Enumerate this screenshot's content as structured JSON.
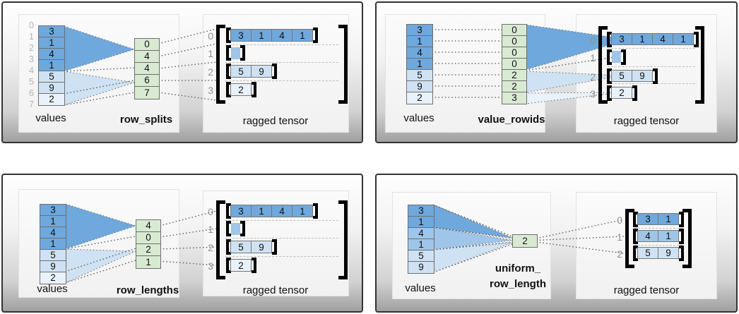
{
  "figure_title": "ragged tensor construction methods",
  "colors": {
    "blue_dark": "#6fa8dc",
    "blue_medium": "#9fc5e8",
    "blue_light": "#cfe2f3",
    "blue_faint": "#e9f2fb",
    "green": "#d9ead3",
    "cell_border": "#6e6e6e",
    "bracket": "#000000",
    "index_gray": "#b5b5b5",
    "row_label_gray": "#909090"
  },
  "panels": [
    {
      "method": "row_splits",
      "values_label": "values",
      "method_label_lines": [
        "row_splits"
      ],
      "tensor_label": "ragged tensor",
      "value_indices": [
        "0",
        "1",
        "2",
        "3",
        "4",
        "5",
        "6",
        "7"
      ],
      "values": [
        {
          "v": "3",
          "shade": "s0"
        },
        {
          "v": "1",
          "shade": "s0"
        },
        {
          "v": "4",
          "shade": "s0"
        },
        {
          "v": "1",
          "shade": "s0"
        },
        {
          "v": "5",
          "shade": "s2"
        },
        {
          "v": "9",
          "shade": "s2"
        },
        {
          "v": "2",
          "shade": "s3"
        }
      ],
      "method_cells": [
        "0",
        "4",
        "4",
        "6",
        "7"
      ],
      "tensor_rows": [
        {
          "index": "0",
          "shade": "s0",
          "cells": [
            "3",
            "1",
            "4",
            "1"
          ]
        },
        {
          "index": "1",
          "shade": "s1",
          "cells": []
        },
        {
          "index": "2",
          "shade": "s2",
          "cells": [
            "5",
            "9"
          ]
        },
        {
          "index": "3",
          "shade": "s3",
          "cells": [
            "2"
          ]
        }
      ]
    },
    {
      "method": "value_rowids",
      "values_label": "values",
      "method_label_lines": [
        "value_rowids"
      ],
      "tensor_label": "ragged tensor",
      "value_indices": null,
      "values": [
        {
          "v": "3",
          "shade": "s0"
        },
        {
          "v": "1",
          "shade": "s0"
        },
        {
          "v": "4",
          "shade": "s0"
        },
        {
          "v": "1",
          "shade": "s0"
        },
        {
          "v": "5",
          "shade": "s2"
        },
        {
          "v": "9",
          "shade": "s2"
        },
        {
          "v": "2",
          "shade": "s3"
        }
      ],
      "method_cells": [
        "0",
        "0",
        "0",
        "0",
        "2",
        "2",
        "3"
      ],
      "tensor_rows": [
        {
          "index": "0",
          "shade": "s0",
          "cells": [
            "3",
            "1",
            "4",
            "1"
          ]
        },
        {
          "index": "1",
          "shade": "s1",
          "cells": []
        },
        {
          "index": "2",
          "shade": "s2",
          "cells": [
            "5",
            "9"
          ]
        },
        {
          "index": "3",
          "shade": "s3",
          "cells": [
            "2"
          ]
        }
      ]
    },
    {
      "method": "row_lengths",
      "values_label": "values",
      "method_label_lines": [
        "row_lengths"
      ],
      "tensor_label": "ragged tensor",
      "value_indices": null,
      "values": [
        {
          "v": "3",
          "shade": "s0"
        },
        {
          "v": "1",
          "shade": "s0"
        },
        {
          "v": "4",
          "shade": "s0"
        },
        {
          "v": "1",
          "shade": "s0"
        },
        {
          "v": "5",
          "shade": "s2"
        },
        {
          "v": "9",
          "shade": "s2"
        },
        {
          "v": "2",
          "shade": "s3"
        }
      ],
      "method_cells": [
        "4",
        "0",
        "2",
        "1"
      ],
      "tensor_rows": [
        {
          "index": "0",
          "shade": "s0",
          "cells": [
            "3",
            "1",
            "4",
            "1"
          ]
        },
        {
          "index": "1",
          "shade": "s1",
          "cells": []
        },
        {
          "index": "2",
          "shade": "s2",
          "cells": [
            "5",
            "9"
          ]
        },
        {
          "index": "3",
          "shade": "s3",
          "cells": [
            "2"
          ]
        }
      ]
    },
    {
      "method": "uniform_row_length",
      "values_label": "values",
      "method_label_lines": [
        "uniform_",
        "row_length"
      ],
      "tensor_label": "ragged tensor",
      "value_indices": null,
      "values": [
        {
          "v": "3",
          "shade": "s0"
        },
        {
          "v": "1",
          "shade": "s0"
        },
        {
          "v": "4",
          "shade": "s1"
        },
        {
          "v": "1",
          "shade": "s1"
        },
        {
          "v": "5",
          "shade": "s2"
        },
        {
          "v": "9",
          "shade": "s2"
        }
      ],
      "method_cells": [
        "2"
      ],
      "tensor_rows": [
        {
          "index": "0",
          "shade": "s0",
          "cells": [
            "3",
            "1"
          ]
        },
        {
          "index": "1",
          "shade": "s1",
          "cells": [
            "4",
            "1"
          ]
        },
        {
          "index": "2",
          "shade": "s2",
          "cells": [
            "5",
            "9"
          ]
        }
      ]
    }
  ]
}
